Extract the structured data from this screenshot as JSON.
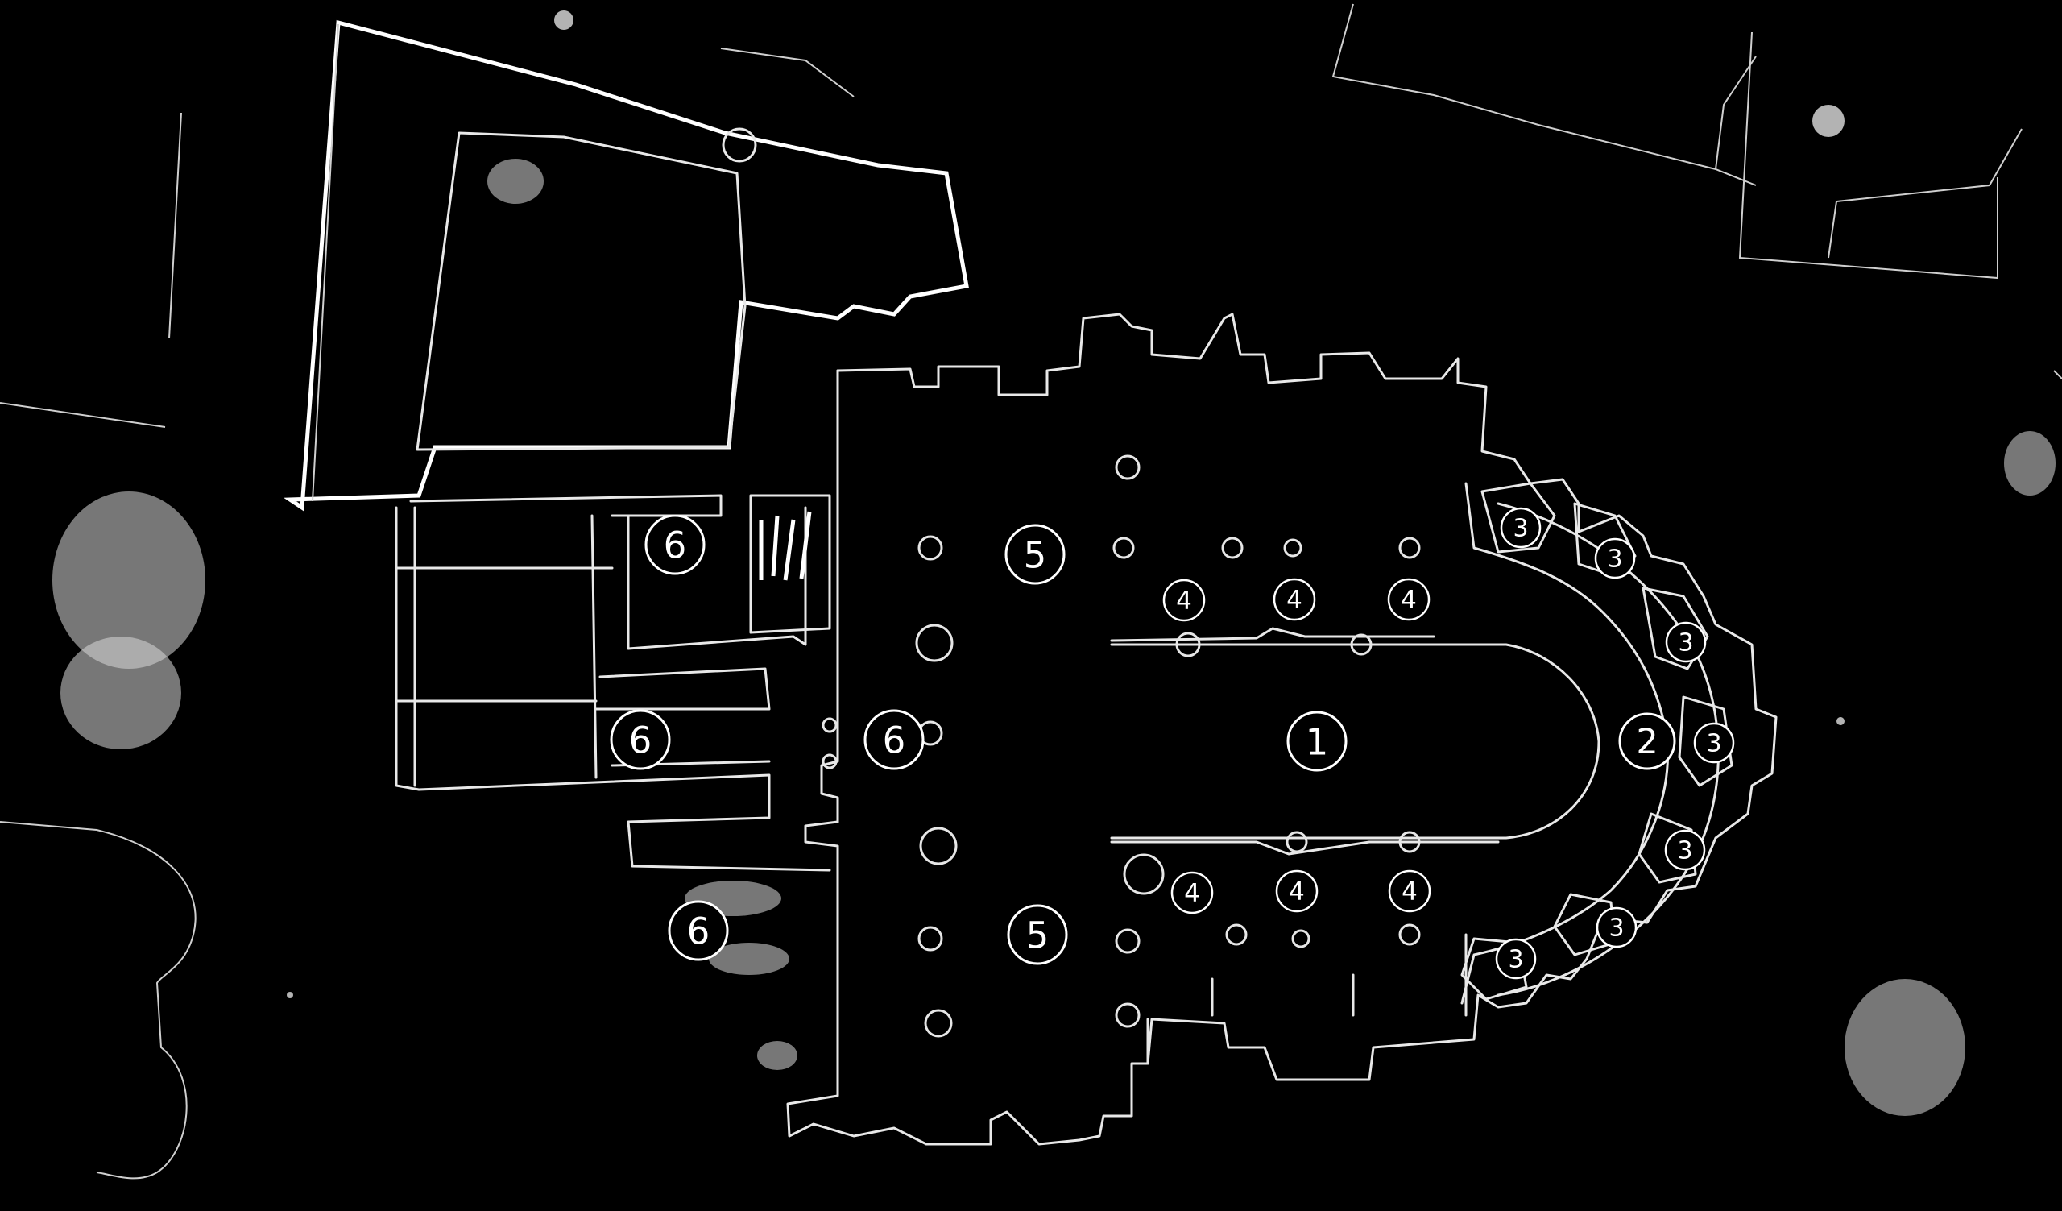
{
  "plan": {
    "background": "#000000",
    "line_color": "#ffffff",
    "markers": [
      {
        "label": "1",
        "name": "marker-1"
      },
      {
        "label": "2",
        "name": "marker-2"
      },
      {
        "label": "3",
        "name": "marker-3-a"
      },
      {
        "label": "3",
        "name": "marker-3-b"
      },
      {
        "label": "3",
        "name": "marker-3-c"
      },
      {
        "label": "3",
        "name": "marker-3-d"
      },
      {
        "label": "3",
        "name": "marker-3-e"
      },
      {
        "label": "3",
        "name": "marker-3-f"
      },
      {
        "label": "3",
        "name": "marker-3-g"
      },
      {
        "label": "4",
        "name": "marker-4-a"
      },
      {
        "label": "4",
        "name": "marker-4-b"
      },
      {
        "label": "4",
        "name": "marker-4-c"
      },
      {
        "label": "4",
        "name": "marker-4-d"
      },
      {
        "label": "4",
        "name": "marker-4-e"
      },
      {
        "label": "4",
        "name": "marker-4-f"
      },
      {
        "label": "5",
        "name": "marker-5-a"
      },
      {
        "label": "5",
        "name": "marker-5-b"
      },
      {
        "label": "6",
        "name": "marker-6-a"
      },
      {
        "label": "6",
        "name": "marker-6-b"
      },
      {
        "label": "6",
        "name": "marker-6-c"
      },
      {
        "label": "6",
        "name": "marker-6-d"
      }
    ]
  }
}
